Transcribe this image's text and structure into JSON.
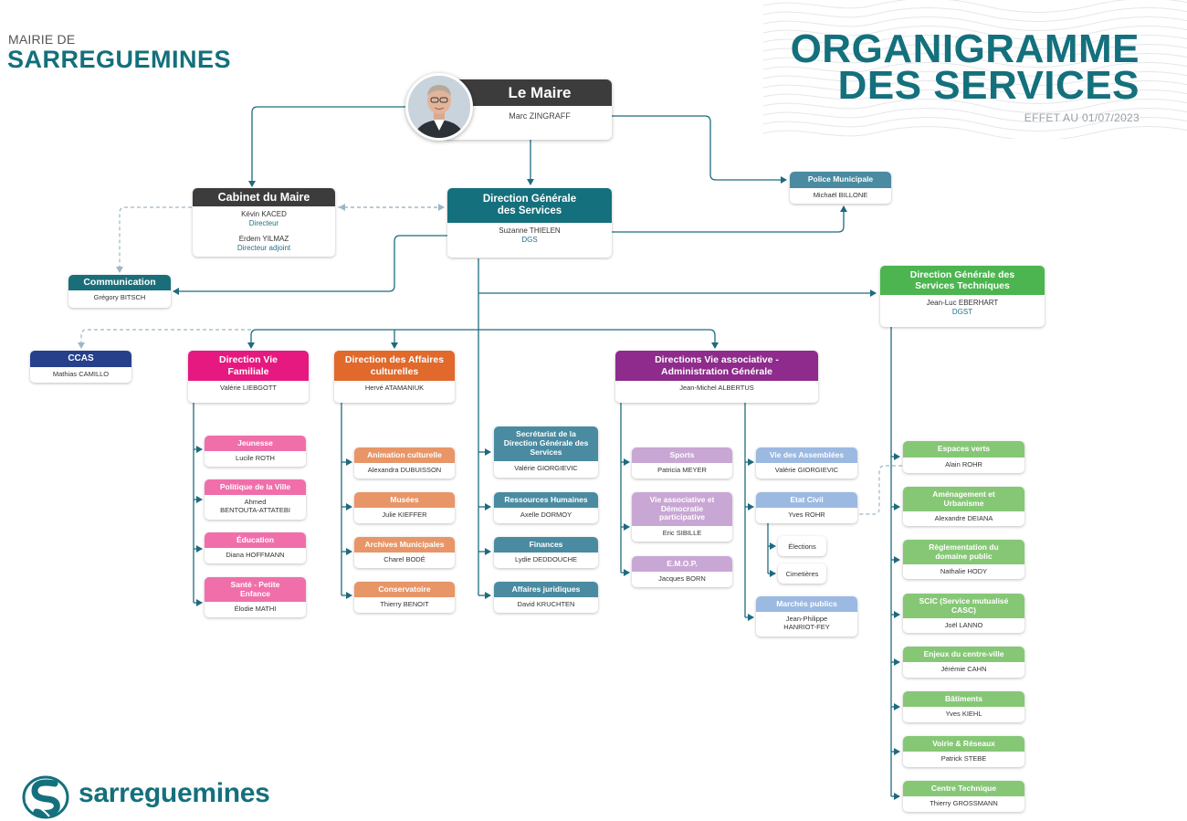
{
  "header": {
    "mairie_de": "MAIRIE DE",
    "city": "SARREGUEMINES",
    "title_line1": "ORGANIGRAMME",
    "title_line2": "DES SERVICES",
    "effective": "EFFET AU 01/07/2023"
  },
  "mayor": {
    "title": "Le Maire",
    "name": "Marc ZINGRAFF"
  },
  "cabinet": {
    "title": "Cabinet du Maire",
    "name1": "Kévin KACED",
    "role1": "Directeur",
    "name2": "Erdem YILMAZ",
    "role2": "Directeur adjoint"
  },
  "dgs": {
    "title_l1": "Direction Générale",
    "title_l2": "des Services",
    "name": "Suzanne THIELEN",
    "role": "DGS"
  },
  "police": {
    "title": "Police Municipale",
    "name": "Michaël BILLONE"
  },
  "communication": {
    "title": "Communication",
    "name": "Grégory BITSCH"
  },
  "dgst": {
    "title_l1": "Direction Générale des",
    "title_l2": "Services Techniques",
    "name": "Jean-Luc EBERHART",
    "role": "DGST"
  },
  "ccas": {
    "title": "CCAS",
    "name": "Mathias CAMILLO"
  },
  "vie_familiale": {
    "title_l1": "Direction Vie",
    "title_l2": "Familiale",
    "name": "Valérie LIEBGOTT"
  },
  "culture": {
    "title_l1": "Direction des Affaires",
    "title_l2": "culturelles",
    "name": "Hervé ATAMANIUK"
  },
  "associative": {
    "title_l1": "Directions Vie associative -",
    "title_l2": "Administration Générale",
    "name": "Jean-Michel ALBERTUS"
  },
  "famille_services": [
    {
      "title": "Jeunesse",
      "name": "Lucile ROTH"
    },
    {
      "title": "Politique de la Ville",
      "name_l1": "Ahmed",
      "name_l2": "BENTOUTA-ATTATEBI"
    },
    {
      "title": "Éducation",
      "name": "Diana HOFFMANN"
    },
    {
      "title_l1": "Santé  - Petite",
      "title_l2": "Enfance",
      "name": "Élodie MATHI"
    }
  ],
  "culture_services": [
    {
      "title": "Animation culturelle",
      "name": "Alexandra DUBUISSON"
    },
    {
      "title": "Musées",
      "name": "Julie KIEFFER"
    },
    {
      "title": "Archives Municipales",
      "name": "Charel BODÉ"
    },
    {
      "title": "Conservatoire",
      "name": "Thierry BENOIT"
    }
  ],
  "dgs_services": [
    {
      "title_l1": "Secrétariat de la",
      "title_l2": "Direction Générale des",
      "title_l3": "Services",
      "name": "Valérie GIORGIEVIC"
    },
    {
      "title": "Ressources Humaines",
      "name": "Axelle DORMOY"
    },
    {
      "title": "Finances",
      "name": "Lydie DEDDOUCHE"
    },
    {
      "title": "Affaires juridiques",
      "name": "David KRUCHTEN"
    }
  ],
  "asso_left": [
    {
      "title": "Sports",
      "name": "Patricia MEYER"
    },
    {
      "title_l1": "Vie associative et",
      "title_l2": "Démocratie",
      "title_l3": "participative",
      "name": "Eric SIBILLE"
    },
    {
      "title": "E.M.O.P.",
      "name": "Jacques BORN"
    }
  ],
  "asso_right": [
    {
      "title": "Vie des Assemblées",
      "name": "Valérie GIORGIEVIC"
    },
    {
      "title": "Etat Civil",
      "name": "Yves ROHR"
    },
    {
      "title": "Marchés publics",
      "name_l1": "Jean-Philippe",
      "name_l2": "HANRIOT-FEY"
    }
  ],
  "etat_civil_sub": [
    "Élections",
    "Cimetières"
  ],
  "tech_services": [
    {
      "title": "Espaces verts",
      "name": "Alain ROHR"
    },
    {
      "title_l1": "Aménagement et",
      "title_l2": "Urbanisme",
      "name": "Alexandre DEIANA"
    },
    {
      "title_l1": "Règlementation du",
      "title_l2": "domaine public",
      "name": "Nathalie HODY"
    },
    {
      "title_l1": "SCIC (Service mutualisé",
      "title_l2": "CASC)",
      "name": "Joël LANNO"
    },
    {
      "title": "Enjeux du centre-ville",
      "name": "Jérémie CAHN"
    },
    {
      "title": "Bâtiments",
      "name": "Yves KIEHL"
    },
    {
      "title": "Voirie & Réseaux",
      "name": "Patrick STEBE"
    },
    {
      "title": "Centre Technique",
      "name": "Thierry GROSSMANN"
    }
  ],
  "logo": {
    "text": "sarreguemines"
  },
  "colors": {
    "teal": "#14707c",
    "dark": "#3c3c3c",
    "steel": "#4b8ba1",
    "communication": "#1a6e7a",
    "green": "#4cb54f",
    "green_light": "#86c776",
    "navy": "#27408b",
    "magenta": "#e5197f",
    "pink": "#f06fab",
    "orange": "#e0692b",
    "orange_light": "#e89668",
    "purple": "#8e2b8c",
    "lilac": "#c9a7d4",
    "blue_light": "#9cb9e1",
    "link": "#1e6b7f"
  }
}
